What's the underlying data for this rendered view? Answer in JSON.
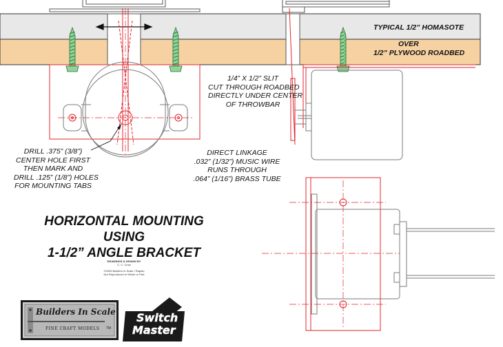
{
  "layers": {
    "top": "TYPICAL 1/2” HOMASOTE",
    "bottom_line1": "OVER",
    "bottom_line2": "1/2” PLYWOOD ROADBED"
  },
  "notes": {
    "slit": [
      "1/4” X 1/2” SLIT",
      "CUT THROUGH ROADBED",
      "DIRECTLY UNDER CENTER",
      "OF THROWBAR"
    ],
    "linkage": [
      "DIRECT LINKAGE",
      ".032” (1/32”) MUSIC WIRE",
      "RUNS THROUGH",
      ".064” (1/16”) BRASS TUBE"
    ],
    "drill": [
      "DRILL .375” (3/8”)",
      "CENTER HOLE FIRST",
      "THEN MARK AND",
      "DRILL .125” (1/8”) HOLES",
      "FOR MOUNTING TABS"
    ]
  },
  "title": [
    "HORIZONTAL MOUNTING",
    "USING",
    "1-1/2” ANGLE BRACKET"
  ],
  "credits": {
    "drawn_by": "DRAWINGS & DRAWN BY",
    "author": "C. C. Crow",
    "copyright_1": "©2003 Builders In Scale / Rapido",
    "copyright_2": "Not Reproduced in Whole or Part"
  },
  "logos": {
    "bis_name": "Builders In Scale",
    "bis_tm": "TM",
    "bis_tagline": "FINE CRAFT MODELS",
    "switch_line1": "Switch",
    "switch_line2": "Master"
  },
  "colors": {
    "line": "#7a7a7a",
    "red": "#e0242c",
    "homasote": "#e8e8e8",
    "plywood": "#f6d2a3",
    "screw": "#8fd59a"
  }
}
